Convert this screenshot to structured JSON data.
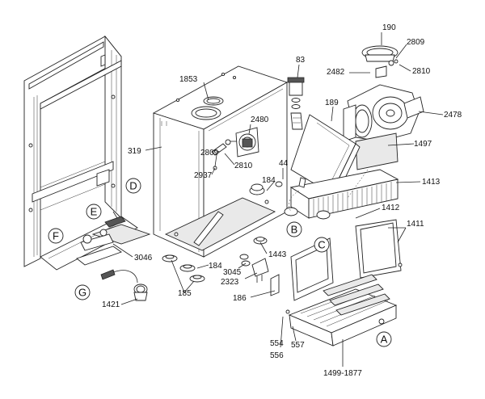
{
  "diagram": {
    "part_numbers": [
      "190",
      "2809",
      "2482",
      "2810",
      "83",
      "1853",
      "189",
      "2478",
      "2480",
      "319",
      "2809",
      "2810",
      "2937",
      "1497",
      "44",
      "184",
      "1413",
      "1412",
      "1411",
      "184",
      "3046",
      "1443",
      "3045",
      "2323",
      "185",
      "186",
      "1421",
      "554",
      "556",
      "557",
      "1499-1877"
    ],
    "callouts": [
      "D",
      "E",
      "F",
      "G",
      "B",
      "C",
      "A"
    ]
  }
}
